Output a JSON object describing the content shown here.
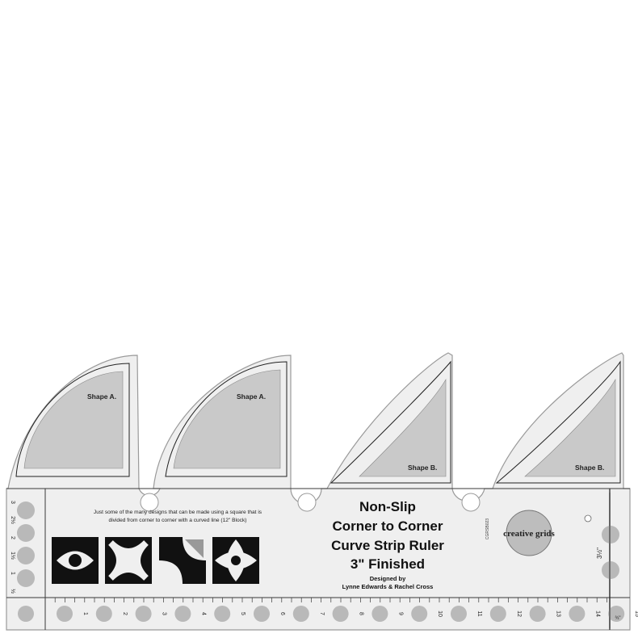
{
  "product": {
    "title_lines": [
      "Non-Slip",
      "Corner to Corner",
      "Curve Strip Ruler",
      "3\" Finished"
    ],
    "designed_by": "Designed by",
    "designers": "Lynne Edwards & Rachel Cross",
    "note_line1": "Just some of the many designs that can be made using a square that is",
    "note_line2": "divided from corner to corner with a curved line (12\" Block)",
    "brand": "creative grids",
    "sku": "CGRSB023"
  },
  "shapes": [
    {
      "label": "Shape A."
    },
    {
      "label": "Shape A."
    },
    {
      "label": "Shape B."
    },
    {
      "label": "Shape B."
    }
  ],
  "ruler": {
    "bottom_numbers": [
      "1",
      "2",
      "3",
      "4",
      "5",
      "6",
      "7",
      "8",
      "9",
      "10",
      "11",
      "12",
      "13",
      "14",
      "15"
    ],
    "left_numbers": [
      "3",
      "2½",
      "2",
      "1½",
      "1",
      "½"
    ],
    "right_measure": "3½\"",
    "corner_mark": "¾\""
  },
  "colors": {
    "ruler_body": "#efefef",
    "shape_fill": "#c9c9c9",
    "grid_line": "#3a3a3a",
    "dot": "#b9b9b9"
  }
}
